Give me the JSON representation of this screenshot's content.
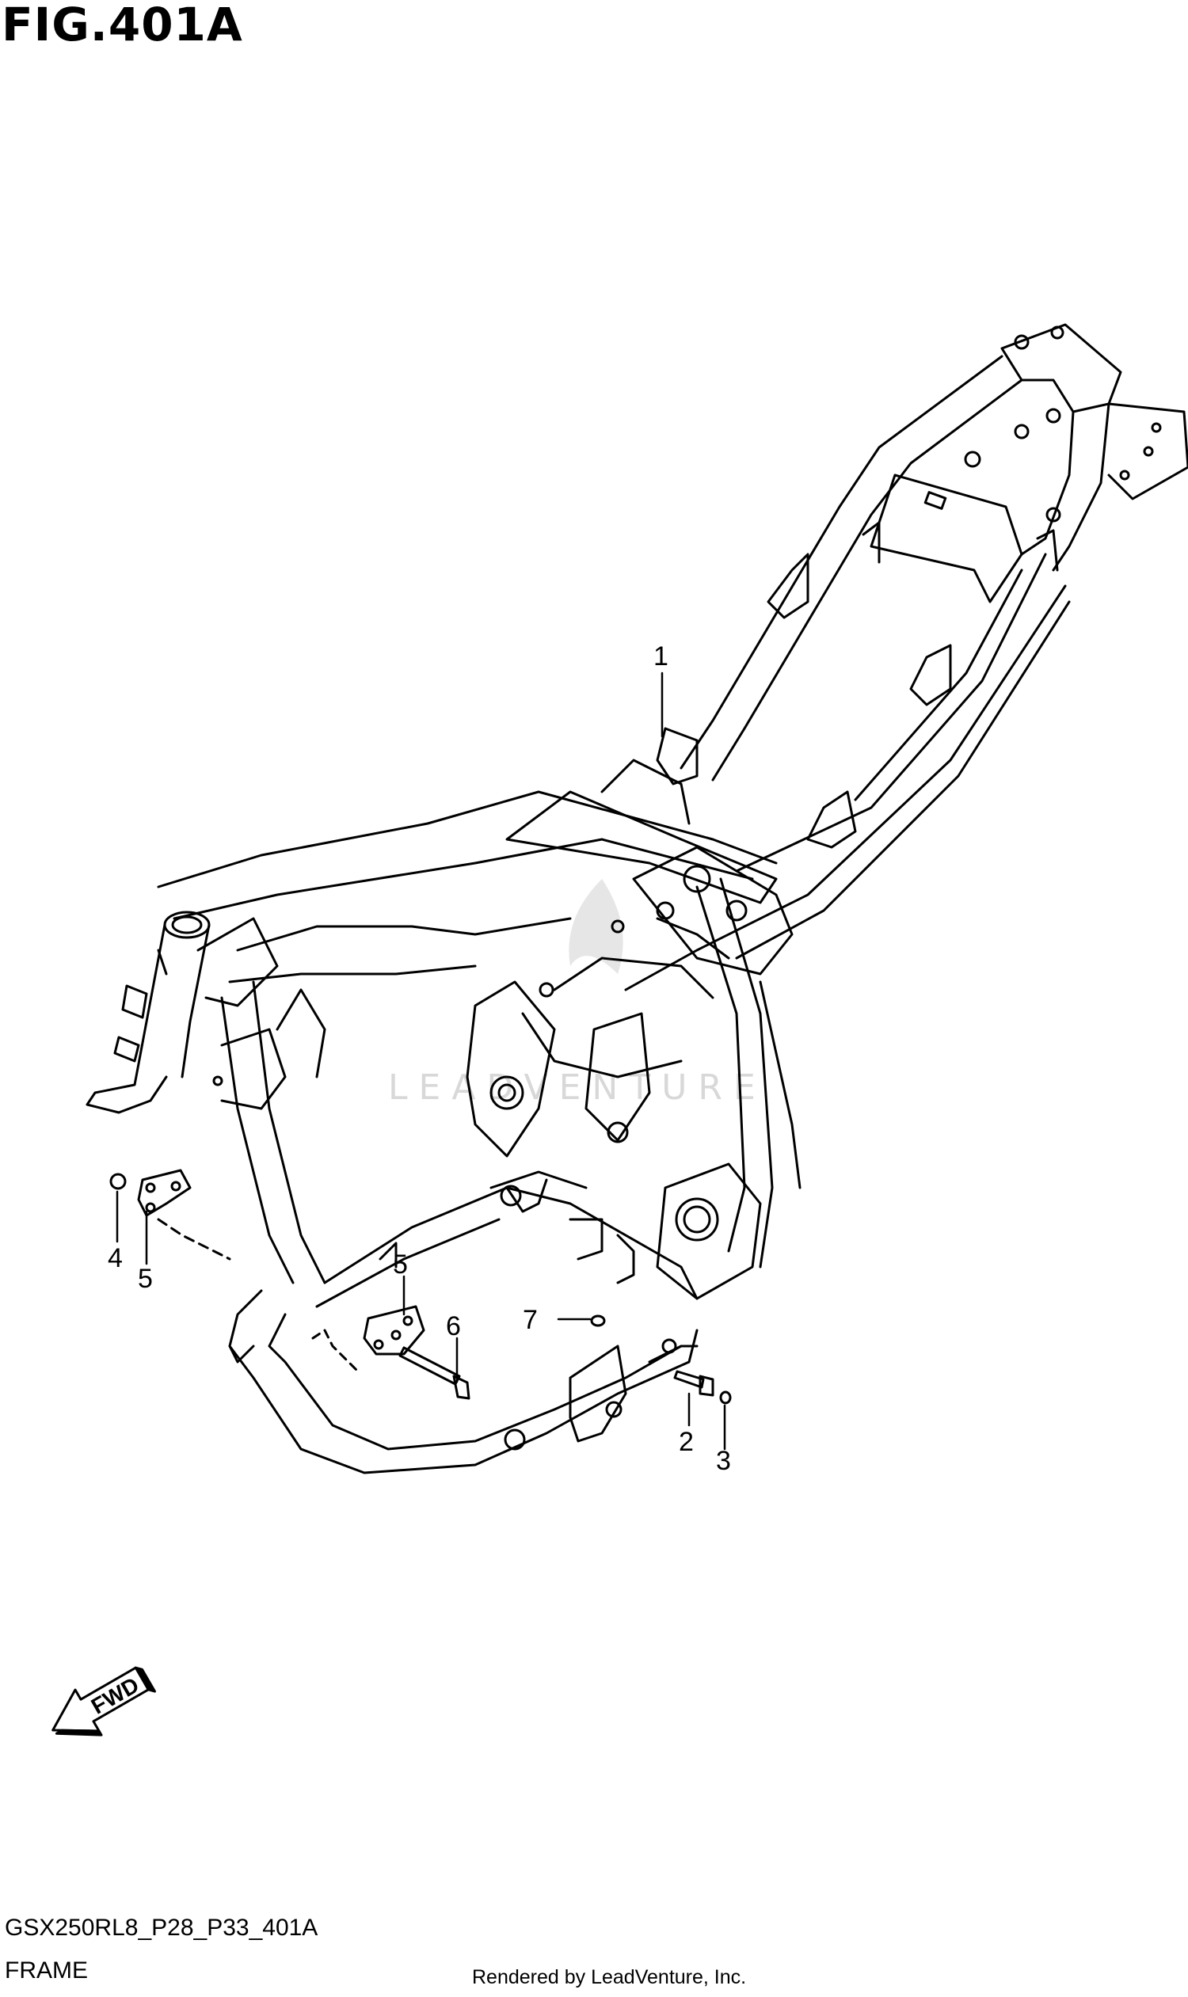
{
  "figure": {
    "title": "FIG.401A",
    "code": "GSX250RL8_P28_P33_401A",
    "caption": "FRAME",
    "rendered_by": "Rendered by LeadVenture, Inc.",
    "watermark": "LEADVENTURE",
    "fwd_label": "FWD"
  },
  "callouts": [
    "1",
    "2",
    "3",
    "4",
    "5",
    "5",
    "6",
    "7"
  ]
}
